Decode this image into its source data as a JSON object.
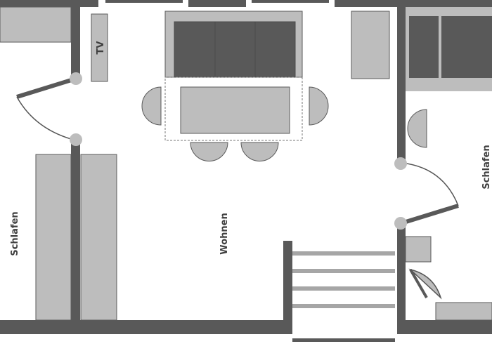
{
  "rooms": {
    "left_label": "Schlafen",
    "center_label": "Wohnen",
    "right_label": "Schlafen"
  },
  "furniture": {
    "tv_label": "TV"
  },
  "colors": {
    "wall": "#595959",
    "furniture_light": "#bdbdbd",
    "furniture_dark": "#595959",
    "outline": "#5a5a5a",
    "background": "#ffffff"
  }
}
